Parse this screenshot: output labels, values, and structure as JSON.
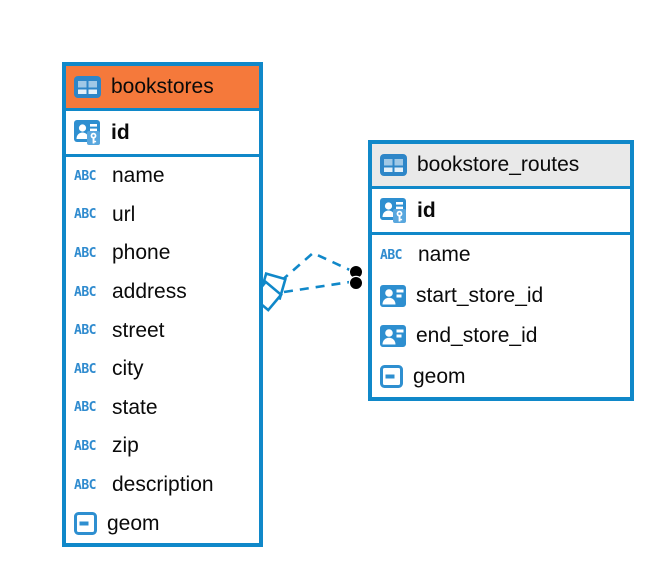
{
  "diagram": {
    "background": "#ffffff",
    "accent_color": "#1088C9",
    "icons": {
      "text_type_label": "ABC"
    },
    "tables": [
      {
        "name": "bookstores",
        "header_color": "#F5793B",
        "icon": "table-icon",
        "primary_key": {
          "name": "id",
          "icon": "primary-key-icon"
        },
        "fields": [
          {
            "name": "name",
            "icon": "text-type-icon"
          },
          {
            "name": "url",
            "icon": "text-type-icon"
          },
          {
            "name": "phone",
            "icon": "text-type-icon"
          },
          {
            "name": "address",
            "icon": "text-type-icon"
          },
          {
            "name": "street",
            "icon": "text-type-icon"
          },
          {
            "name": "city",
            "icon": "text-type-icon"
          },
          {
            "name": "state",
            "icon": "text-type-icon"
          },
          {
            "name": "zip",
            "icon": "text-type-icon"
          },
          {
            "name": "description",
            "icon": "text-type-icon"
          },
          {
            "name": "geom",
            "icon": "geometry-type-icon"
          }
        ]
      },
      {
        "name": "bookstore_routes",
        "header_color": "#E9E9E9",
        "icon": "table-icon",
        "primary_key": {
          "name": "id",
          "icon": "primary-key-icon"
        },
        "fields": [
          {
            "name": "name",
            "icon": "text-type-icon"
          },
          {
            "name": "start_store_id",
            "icon": "reference-key-icon"
          },
          {
            "name": "end_store_id",
            "icon": "reference-key-icon"
          },
          {
            "name": "geom",
            "icon": "geometry-type-icon"
          }
        ]
      }
    ],
    "relationship": {
      "from_table": "bookstores",
      "to_table": "bookstore_routes",
      "line_style": "dashed",
      "line_color": "#1088C9",
      "source_marker": "diamond-pair",
      "target_marker": "dot-pair"
    }
  }
}
